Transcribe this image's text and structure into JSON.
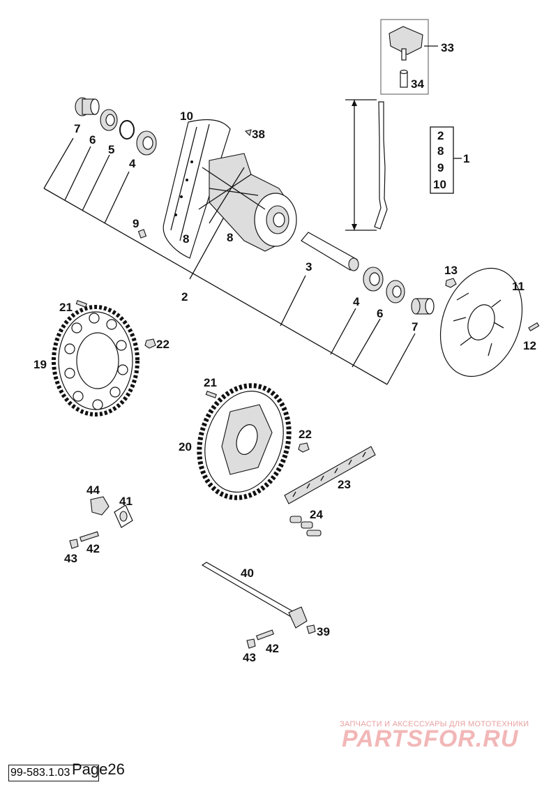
{
  "diagram": {
    "labels": {
      "p1": "1",
      "p2a": "2",
      "p2b": "2",
      "p3": "3",
      "p4a": "4",
      "p4b": "4",
      "p5": "5",
      "p6a": "6",
      "p6b": "6",
      "p7a": "7",
      "p7b": "7",
      "p8a": "8",
      "p8b": "8",
      "p8c": "8",
      "p9a": "9",
      "p9b": "9",
      "p10a": "10",
      "p10b": "10",
      "p11": "11",
      "p12": "12",
      "p13": "13",
      "p19": "19",
      "p20": "20",
      "p21a": "21",
      "p21b": "21",
      "p22a": "22",
      "p22b": "22",
      "p23": "23",
      "p24": "24",
      "p33": "33",
      "p34": "34",
      "p38": "38",
      "p39": "39",
      "p40": "40",
      "p41": "41",
      "p42a": "42",
      "p42b": "42",
      "p43a": "43",
      "p43b": "43",
      "p44": "44"
    }
  },
  "watermark": {
    "tagline": "ЗАПЧАСТИ И АКСЕССУАРЫ ДЛЯ МОТОТЕХНИКИ",
    "logo": "PARTSFOR.RU"
  },
  "footer": {
    "code": "99-583.1.03",
    "page": "Page26"
  }
}
